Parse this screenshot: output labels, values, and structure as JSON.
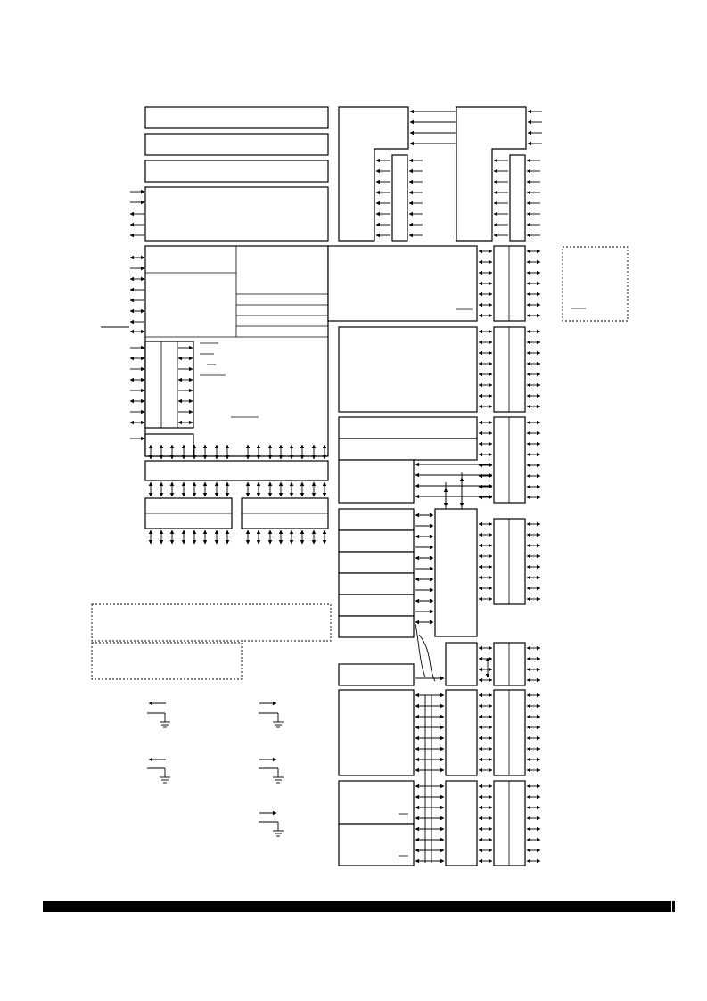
{
  "diagram": {
    "kind": "block diagram (labels not legible in source)",
    "colors": {
      "line": "#000000",
      "background": "#ffffff",
      "footer_bar": "#000000"
    },
    "arrow_style": "filled triangle heads",
    "ground_symbol_count": 6,
    "footer": {
      "present": true
    }
  }
}
